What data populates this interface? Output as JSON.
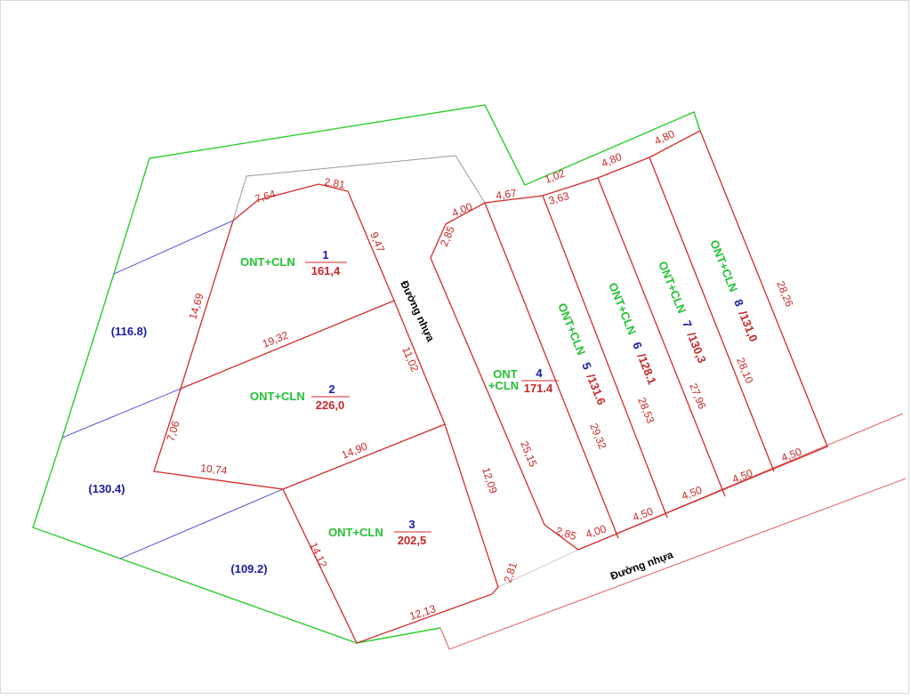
{
  "colors": {
    "boundary": "#2ecc2e",
    "parcel": "#d42a2a",
    "road_edge": "#e06060",
    "neighbor_line": "#3b3bd0",
    "land_use": "#22c232",
    "lot_number": "#1a1aa8",
    "area": "#c62828"
  },
  "roads": {
    "road_label_1": "Đường nhựa",
    "road_label_2": "Đường nhựa"
  },
  "lots": [
    {
      "use": "ONT+CLN",
      "number": "1",
      "area": "161,4"
    },
    {
      "use": "ONT+CLN",
      "number": "2",
      "area": "226,0"
    },
    {
      "use": "ONT+CLN",
      "number": "3",
      "area": "202,5"
    },
    {
      "use_line1": "ONT",
      "use_line2": "+CLN",
      "number": "4",
      "area": "171.4"
    },
    {
      "use": "ONT+CLN",
      "number": "5",
      "area": "/131.6"
    },
    {
      "use": "ONT+CLN",
      "number": "6",
      "area": "/128.1"
    },
    {
      "use": "ONT+CLN",
      "number": "7",
      "area": "/130,3"
    },
    {
      "use": "ONT+CLN",
      "number": "8",
      "area": "/131,0"
    }
  ],
  "external_areas": [
    "(116.8)",
    "(130.4)",
    "(109.2)"
  ],
  "dimensions": [
    "7,64",
    "2,81",
    "9,47",
    "14,69",
    "19,32",
    "11,02",
    "7,06",
    "10,74",
    "14,90",
    "12,09",
    "14,12",
    "12,13",
    "2,81",
    "4,00",
    "2,85",
    "4,67",
    "3,63",
    "1,02",
    "4,80",
    "4,80",
    "25,15",
    "29,32",
    "28,53",
    "27,96",
    "28,10",
    "28,26",
    "2,85",
    "4,00",
    "4,50",
    "4,50",
    "4,50",
    "4,50"
  ]
}
